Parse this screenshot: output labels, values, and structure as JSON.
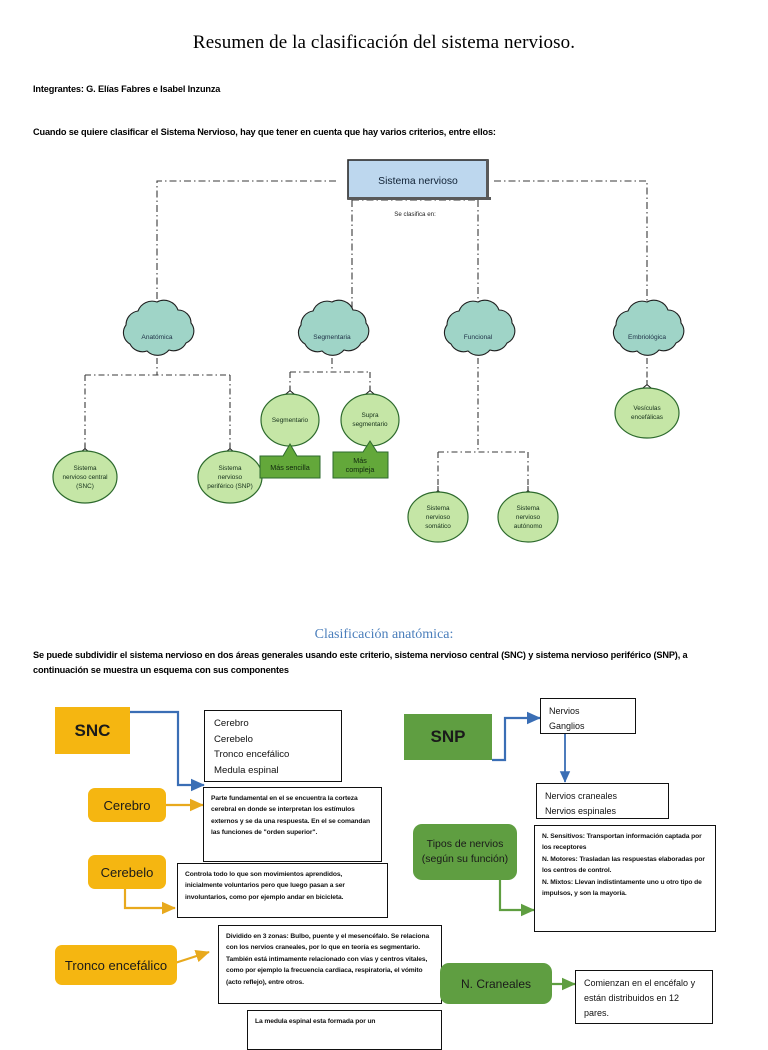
{
  "document": {
    "title": "Resumen de la clasificación del sistema nervioso.",
    "integrantes": "Integrantes: G. Elías Fabres e Isabel Inzunza",
    "intro": "Cuando se quiere clasificar el Sistema Nervioso, hay que tener en cuenta que hay varios criterios, entre ellos:",
    "section_title": "Clasificación anatómica:",
    "section_desc": "Se puede subdividir el sistema nervioso en dos áreas generales usando este criterio, sistema nervioso central (SNC) y sistema nervioso periférico (SNP), a continuación se muestra un esquema con sus componentes"
  },
  "colors": {
    "root_box_fill": "#bdd7ee",
    "root_box_stroke": "#2b2b2b",
    "cloud_fill": "#9fd4c7",
    "cloud_stroke": "#1f1f1f",
    "ellipse_fill": "#c5e6a6",
    "ellipse_stroke": "#2d6a2d",
    "callout_fill": "#63a83a",
    "callout_stroke": "#2d6a2d",
    "orange": "#f5b611",
    "green": "#5f9e41",
    "blue_arrow": "#3a6eb5",
    "orange_arrow": "#e8a91d",
    "green_arrow": "#5f9e41",
    "heading_blue": "#4a7ebb"
  },
  "diagram_top": {
    "root": "Sistema nervioso",
    "root_caption": "Se clasifica en:",
    "criteria": [
      {
        "label": "Anatómica"
      },
      {
        "label": "Segmentaria"
      },
      {
        "label": "Funcional"
      },
      {
        "label": "Embriológica"
      }
    ],
    "anatomica_children": [
      {
        "line1": "Sistema",
        "line2": "nervioso central",
        "line3": "(SNC)"
      },
      {
        "line1": "Sistema",
        "line2": "nervioso",
        "line3": "periférico (SNP)"
      }
    ],
    "segmentaria_children": [
      {
        "line1": "Segmentario",
        "line2": "",
        "callout": "Más sencilla"
      },
      {
        "line1": "Supra",
        "line2": "segmentario",
        "callout": "Más compleja"
      }
    ],
    "funcional_children": [
      {
        "line1": "Sistema",
        "line2": "nervioso",
        "line3": "somático"
      },
      {
        "line1": "Sistema",
        "line2": "nervioso",
        "line3": "autónomo"
      }
    ],
    "embriologica_children": [
      {
        "line1": "Vesículas",
        "line2": "encefálicas"
      }
    ]
  },
  "flow_bottom": {
    "snc_label": "SNC",
    "snc_list": [
      "Cerebro",
      "Cerebelo",
      "Tronco encefálico",
      "Medula espinal"
    ],
    "snp_label": "SNP",
    "snp_list": [
      "Nervios",
      "Ganglios"
    ],
    "snp_list2": [
      "Nervios craneales",
      "Nervios espinales"
    ],
    "cerebro_label": "Cerebro",
    "cerebro_desc": "Parte fundamental en el se encuentra la corteza cerebral en donde se interpretan los estímulos externos y se da una respuesta. En el se comandan las funciones de \"orden superior\".",
    "cerebelo_label": "Cerebelo",
    "cerebelo_desc": "Controla todo lo que son movimientos aprendidos, inicialmente voluntarios pero que luego pasan a ser involuntarios, como por ejemplo andar en bicicleta.",
    "tronco_label": "Tronco encefálico",
    "tronco_desc": "Dividido en 3 zonas: Bulbo, puente y el mesencéfalo. Se relaciona con los nervios craneales, por lo que en teoría es segmentario. También está intimamente relacionado con vías y centros vitales, como por ejemplo la frecuencia cardiaca, respiratoria, el vómito (acto reflejo), entre otros.",
    "medula_desc": "La medula espinal esta formada por un",
    "tipos_label_1": "Tipos de nervios",
    "tipos_label_2": "(según su función)",
    "tipos_desc": "N. Sensitivos: Transportan información captada por los receptores\nN. Motores: Trasladan las respuestas elaboradas por los centros de control.\nN. Mixtos: Llevan indistintamente uno u otro tipo de impulsos, y son la mayoría.",
    "craneales_label": "N. Craneales",
    "craneales_desc": "Comienzan en el encéfalo y están distribuidos en 12 pares."
  }
}
